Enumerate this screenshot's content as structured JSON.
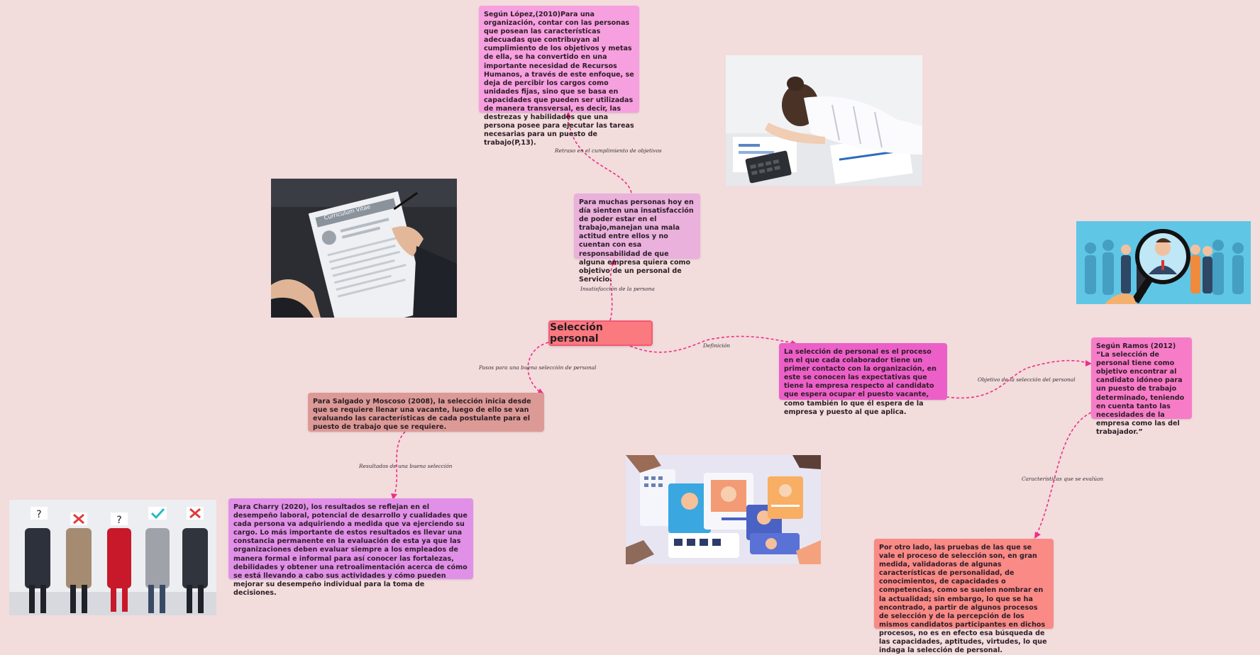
{
  "central": {
    "label": "Selección personal"
  },
  "nodes": {
    "lopez": {
      "text": "Según López,(2010)Para una organización, contar con las personas que posean las características adecuadas que contribuyan al cumplimiento de los objetivos y metas de ella, se ha convertido en una importante necesidad de Recursos Humanos, a través de este enfoque, se deja de percibir los cargos como unidades fijas, sino que se basa en capacidades que pueden ser utilizadas de manera transversal, es decir, las destrezas y habilidades que una persona posee para ejecutar las tareas necesarias para un puesto de trabajo(P,13).",
      "color": "#f7a0e0"
    },
    "insatisfaccion": {
      "text": "Para muchas personas hoy en día sienten una insatisfacción de poder estar en el trabajo,manejan una mala actitud entre ellos y no cuentan con esa responsabilidad de que alguna empresa quiera como objetivo de un personal de Servicio.",
      "color": "#e9b1dc"
    },
    "definicion": {
      "text": "La selección de personal es el proceso en el que cada colaborador tiene un primer contacto con la organización, en este se conocen las expectativas que tiene la empresa respecto al candidato que espera ocupar el puesto vacante, como también lo que él espera de la empresa y puesto al que aplica.",
      "color": "#ed5fc8"
    },
    "ramos": {
      "text": "Según Ramos (2012) “La selección de personal tiene como objetivo encontrar al candidato idóneo para un puesto de trabajo determinado, teniendo en cuenta tanto las necesidades de la empresa como las del trabajador.”",
      "color": "#f77cc8"
    },
    "pruebas": {
      "text": "Por otro lado, las pruebas de las que se vale el proceso de selección son, en gran medida, validadoras de algunas características de personalidad, de conocimientos, de capacidades o competencias, como se suelen nombrar en la actualidad; sin embargo, lo que se ha encontrado, a partir de algunos procesos de selección y de la percepción de los mismos candidatos participantes en dichos procesos, no es en efecto esa búsqueda de las capacidades, aptitudes, virtudes, lo que indaga la selección de personal.",
      "color": "#f98a86"
    },
    "salgado": {
      "text": "Para Salgado y Moscoso (2008), la selección inicia desde que se requiere llenar una vacante, luego de ello se van evaluando las características de cada postulante para el puesto de trabajo que se requiere.",
      "color": "#dc9a96"
    },
    "charry": {
      "text": "Para Charry (2020), los resultados se reflejan en el desempeño laboral, potencial de desarrollo y cualidades que cada persona va adquiriendo a medida que va ejerciendo su cargo. Lo más importante de estos resultados es llevar una constancia permanente en la evaluación de esta ya que las organizaciones deben evaluar siempre a los empleados de manera formal e informal para así conocer las fortalezas, debilidades y obtener una retroalimentación acerca de cómo se está llevando a cabo sus actividades y cómo pueden mejorar su desempeño individual para la toma de decisiones.",
      "color": "#e190e8"
    }
  },
  "edge_labels": {
    "retraso": "Retraso en el cumplimiento de objetivos",
    "insatisfaccion": "Insatisfacción de la persona",
    "definicion": "Definición",
    "objetivo": "Objetivo de la selección del personal",
    "caracteristicas": "Características que se evalúan",
    "pasos": "Pasos para una buena selección de personal",
    "resultados": "Resultados de una buena selección"
  },
  "images": {
    "cv": {
      "label": "Curriculum Vitae"
    }
  },
  "colors": {
    "background": "#f2dcdc",
    "connector": "#ee2f86",
    "central_fill": "#fb7a7f",
    "central_border": "#f35a73"
  }
}
